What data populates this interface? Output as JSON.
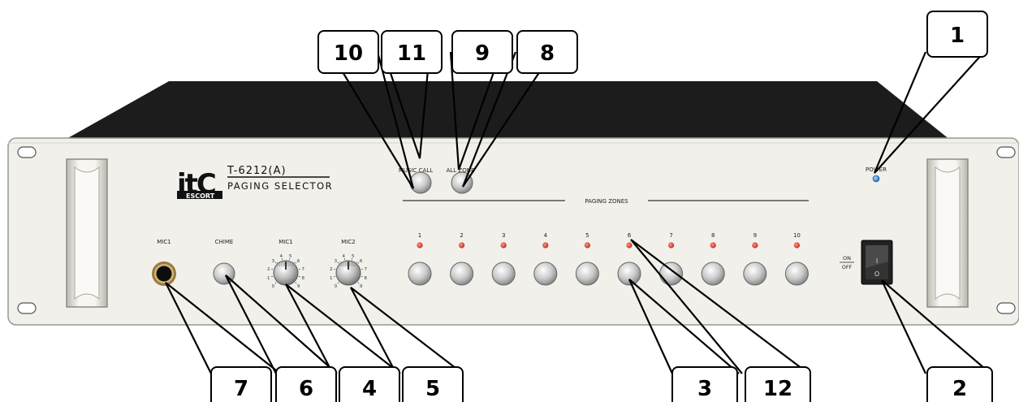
{
  "device": {
    "brand_logo": "itC",
    "brand_sub": "ESCORT",
    "model": "T-6212(A)",
    "name": "PAGING SELECTOR",
    "labels": {
      "music_call": "MUSIC CALL",
      "all_zone": "ALL ZONE",
      "power": "POWER",
      "paging_zones": "PAGING ZONES",
      "mic1_input": "MIC1",
      "chime": "CHIME",
      "mic1_knob": "MIC1",
      "mic2_knob": "MIC2",
      "on": "ON",
      "off": "OFF",
      "switch_on_symbol": "I",
      "switch_off_symbol": "O"
    },
    "knob_scale": [
      "0",
      "1",
      "2",
      "3",
      "4",
      "5",
      "6",
      "7",
      "8",
      "9"
    ],
    "zones": [
      "1",
      "2",
      "3",
      "4",
      "5",
      "6",
      "7",
      "8",
      "9",
      "10"
    ],
    "colors": {
      "led_red": "#e23b2e",
      "led_blue": "#2a7fd4",
      "chassis_top": "#1a1a1a",
      "panel": "#f2f0ea"
    }
  },
  "callouts": [
    "10",
    "11",
    "9",
    "8",
    "1",
    "7",
    "6",
    "4",
    "5",
    "3",
    "12",
    "2"
  ]
}
